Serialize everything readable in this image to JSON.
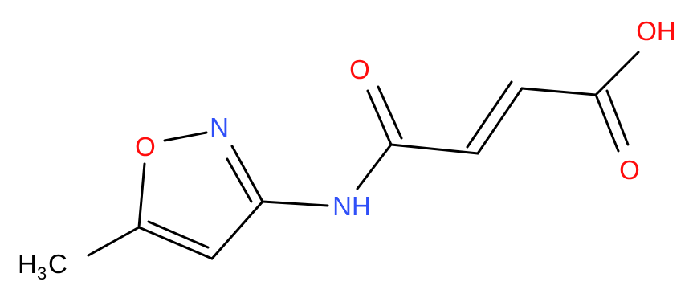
{
  "molecule": {
    "atoms": {
      "methyl_h": "H",
      "methyl_sub": "3",
      "methyl_c": "C",
      "ring_o": "O",
      "ring_n": "N",
      "amide_nh": "NH",
      "amide_o": "O",
      "acid_oh": "OH",
      "acid_o": "O"
    },
    "colors": {
      "bond": "#000000",
      "oxygen": "#ff0d0d",
      "nitrogen": "#3050f8",
      "carbon": "#000000"
    }
  }
}
